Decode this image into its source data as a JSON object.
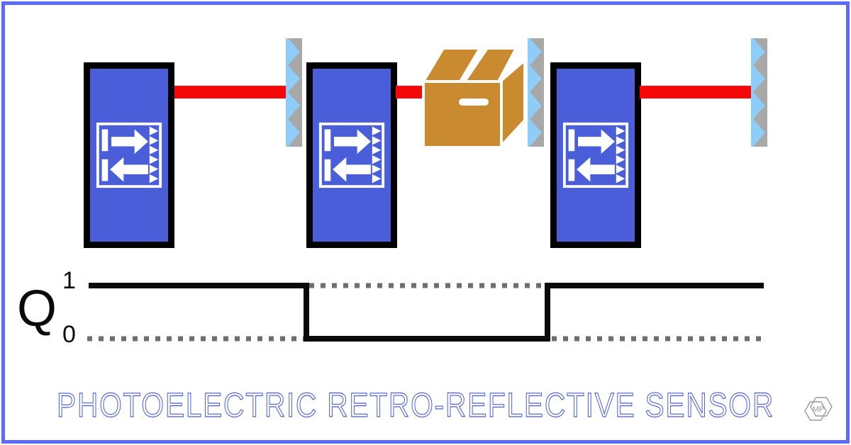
{
  "title": {
    "text": "PHOTOELECTRIC RETRO-REFLECTIVE SENSOR"
  },
  "signal": {
    "label": "Q",
    "high_label": "1",
    "low_label": "0",
    "type": "timing",
    "states": [
      {
        "scene": "beam-reaches-reflector",
        "q": 1
      },
      {
        "scene": "beam-blocked-by-box",
        "q": 0
      },
      {
        "scene": "beam-reaches-reflector",
        "q": 1
      }
    ]
  },
  "logo": {
    "text": "MP"
  },
  "colors": {
    "frame_border": "#5c6cf8",
    "sensor_blue": "#4a5ed9",
    "sensor_outline": "#000000",
    "beam_red": "#f70808",
    "reflector_blue": "#8ecdf7",
    "reflector_gray": "#a8a8a8",
    "box_tan": "#c98a30",
    "signal_black": "#0a0a0a",
    "dotted_gray": "#6e6e6e",
    "title_blue": "#4a5cdb",
    "logo_gray": "#9b9b9b"
  }
}
